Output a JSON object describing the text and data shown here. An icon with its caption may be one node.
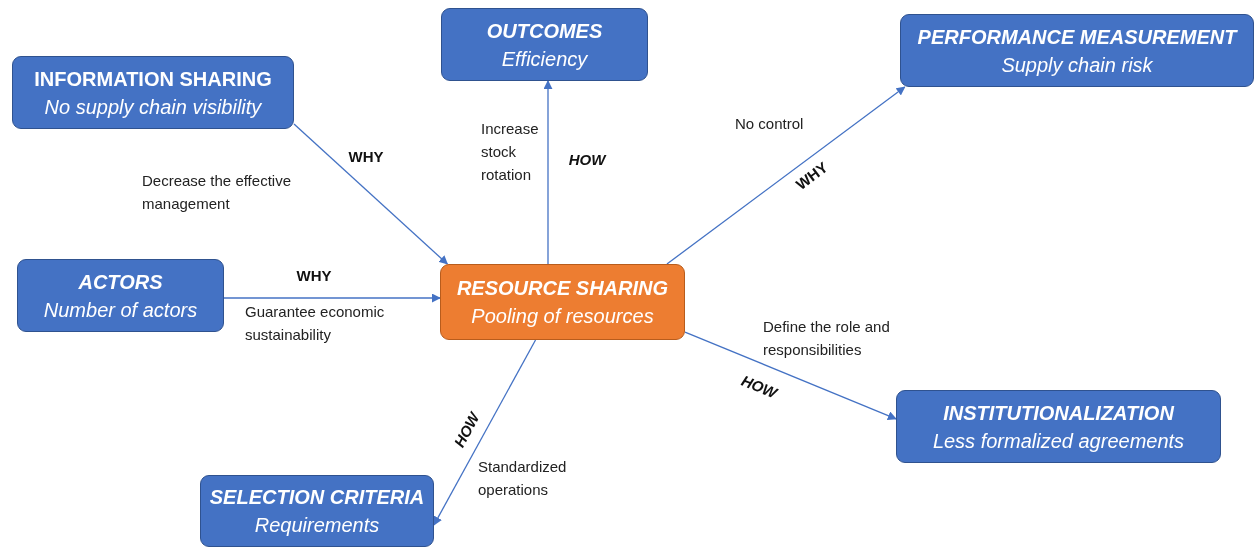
{
  "diagram": {
    "nodes": [
      {
        "text": [
          "INFORMATION SHARING",
          "No supply chain visibility"
        ]
      },
      {
        "text": [
          "OUTCOMES",
          "Efficiency"
        ]
      },
      {
        "text": [
          "PERFORMANCE MEASUREMENT",
          "Supply chain risk"
        ]
      },
      {
        "text": [
          "ACTORS",
          "Number of actors"
        ]
      },
      {
        "text": [
          "RESOURCE SHARING",
          "Pooling of resources"
        ]
      },
      {
        "text": [
          "INSTITUTIONALIZATION",
          "Less formalized agreements"
        ]
      },
      {
        "text": [
          "SELECTION CRITERIA",
          "Requirements"
        ]
      }
    ],
    "edges": [
      {
        "from": 0,
        "to": 4,
        "arrow": "to",
        "label": "WHY"
      },
      {
        "from": 3,
        "to": 4,
        "arrow": "to",
        "label": "WHY"
      },
      {
        "from": 4,
        "to": 1,
        "arrow": "to",
        "label": "HOW"
      },
      {
        "from": 4,
        "to": 2,
        "arrow": "to",
        "label": "WHY"
      },
      {
        "from": 4,
        "to": 5,
        "arrow": "to",
        "label": "HOW"
      },
      {
        "from": 4,
        "to": 6,
        "arrow": "to",
        "label": "HOW"
      }
    ],
    "labels": [
      "Increase stock rotation",
      "No control",
      "Decrease the effective management",
      "Guarantee economic sustainability",
      "Define the role and responsibilities",
      "Standardized operations"
    ]
  }
}
